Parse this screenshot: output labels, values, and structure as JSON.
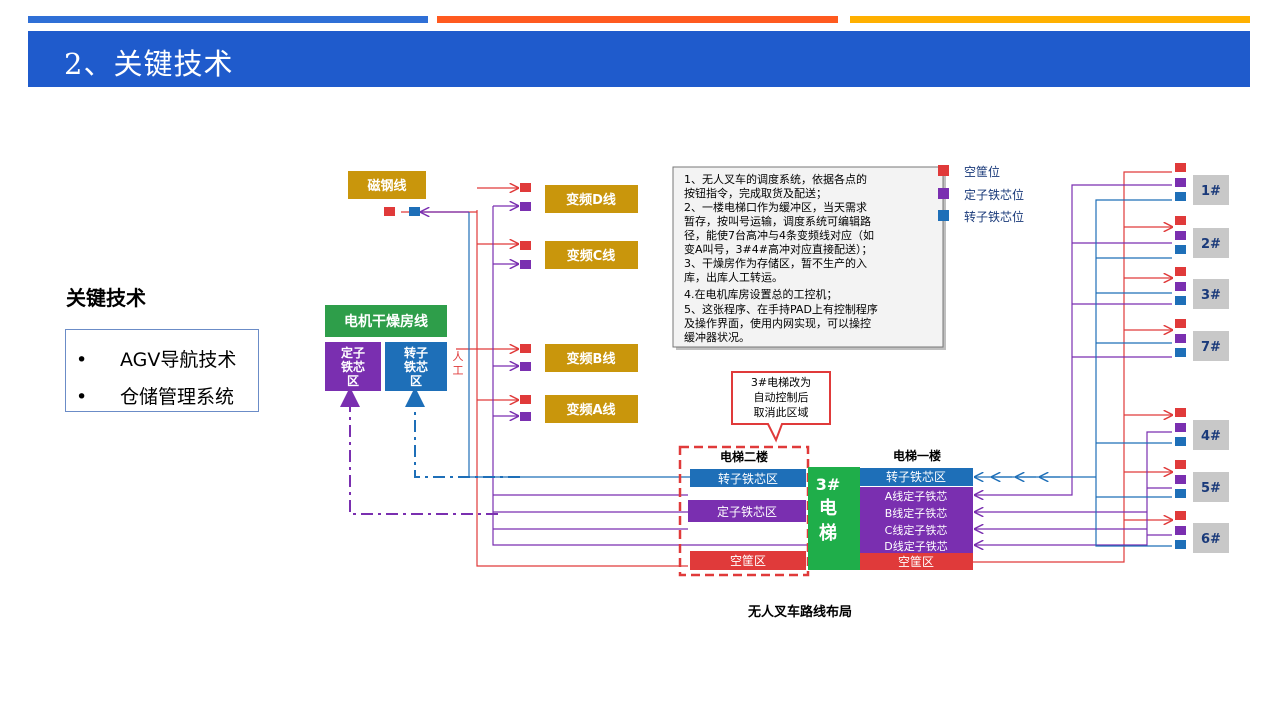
{
  "header": {
    "title": "2、关键技术",
    "bar_colors": [
      "#2f6fd6",
      "#ff5a1f",
      "#ffb000"
    ],
    "bg_color": "#1f5bcc"
  },
  "sidebar": {
    "heading": "关键技术",
    "items": [
      "AGV导航技术",
      "仓储管理系统"
    ]
  },
  "diagram": {
    "caption": "无人叉车路线布局",
    "magnet_line": "磁钢线",
    "motor_dry_line": "电机干燥房线",
    "stator_zone": "定子铁芯区",
    "rotor_zone": "转子铁芯区",
    "manual_label": "人工",
    "freq_lines": [
      "变频D线",
      "变频C线",
      "变频B线",
      "变频A线"
    ],
    "notes": [
      "1、无人叉车的调度系统，依据各点的",
      "按钮指令，完成取货及配送；",
      "2、一楼电梯口作为缓冲区，当天需求",
      "暂存，按叫号运输，调度系统可编辑路",
      "径，能使7台高冲与4条变频线对应（如",
      "变A叫号，3#4#高冲对应直接配送）；",
      "3、干燥房作为存储区，暂不生产的入",
      "库，出库人工转运。",
      "4.在电机库房设置总的工控机；",
      "5、这张程序、在手持PAD上有控制程序",
      "及操作界面，使用内网实现，可以操控",
      "缓冲器状况。"
    ],
    "legend": [
      {
        "label": "空筐位",
        "color": "#e03a3a"
      },
      {
        "label": "定子铁芯位",
        "color": "#7a2fb0"
      },
      {
        "label": "转子铁芯位",
        "color": "#1e6fb8"
      }
    ],
    "callout": [
      "3#电梯改为",
      "自动控制后",
      "取消此区域"
    ],
    "elevator_2f": {
      "title": "电梯二楼",
      "rotor": "转子铁芯区",
      "stator": "定子铁芯区",
      "empty": "空筐区"
    },
    "elevator_1f": {
      "title": "电梯一楼",
      "rotor": "转子铁芯区",
      "a_stator": "A线定子铁芯",
      "b_stator": "B线定子铁芯",
      "c_stator": "C线定子铁芯",
      "d_stator": "D线定子铁芯",
      "empty": "空筐区"
    },
    "elevator_3": [
      "3#",
      "电",
      "梯"
    ],
    "presses": [
      "1#",
      "2#",
      "3#",
      "7#",
      "4#",
      "5#",
      "6#"
    ],
    "colors": {
      "red": "#e03a3a",
      "purple": "#7a2fb0",
      "blue": "#1e6fb8",
      "gold": "#c9960c",
      "green": "#2e9e4a",
      "elevator_green": "#1fae4a"
    }
  }
}
